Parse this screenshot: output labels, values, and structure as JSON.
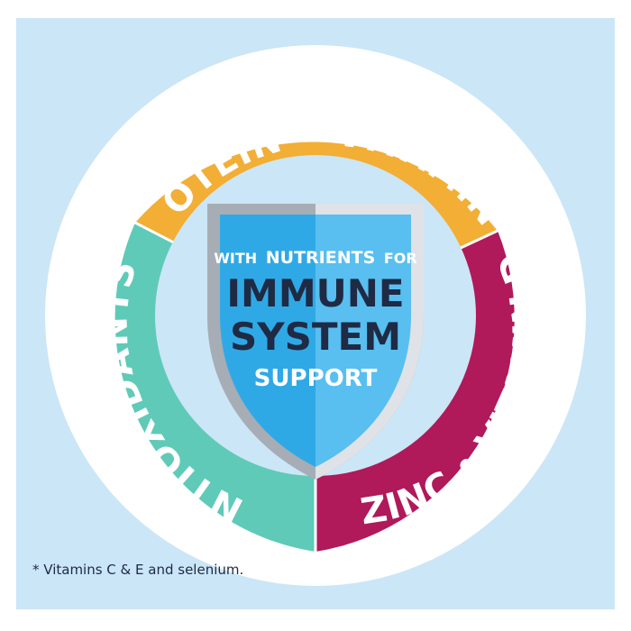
{
  "ring": {
    "top_label": "PROTEIN • VITAMIN A",
    "left_label": "ANTIOXIDANTS*",
    "right_label": "ZINC • VITAMIN D"
  },
  "shield": {
    "line1_prefix": "WITH",
    "line1_highlight": "NUTRIENTS",
    "line1_suffix": "FOR",
    "line2": "IMMUNE",
    "line3": "SYSTEM",
    "line4": "SUPPORT"
  },
  "footnote": "* Vitamins C & E and selenium.",
  "colors": {
    "background": "#cbe6f7",
    "ring_top": "#f2ae35",
    "ring_left": "#5fcab8",
    "ring_right": "#b0195a",
    "shield_left": "#2fa9e6",
    "shield_right": "#58bff0",
    "shield_rim": "#a7adb5",
    "text_dark": "#1f2a44"
  }
}
